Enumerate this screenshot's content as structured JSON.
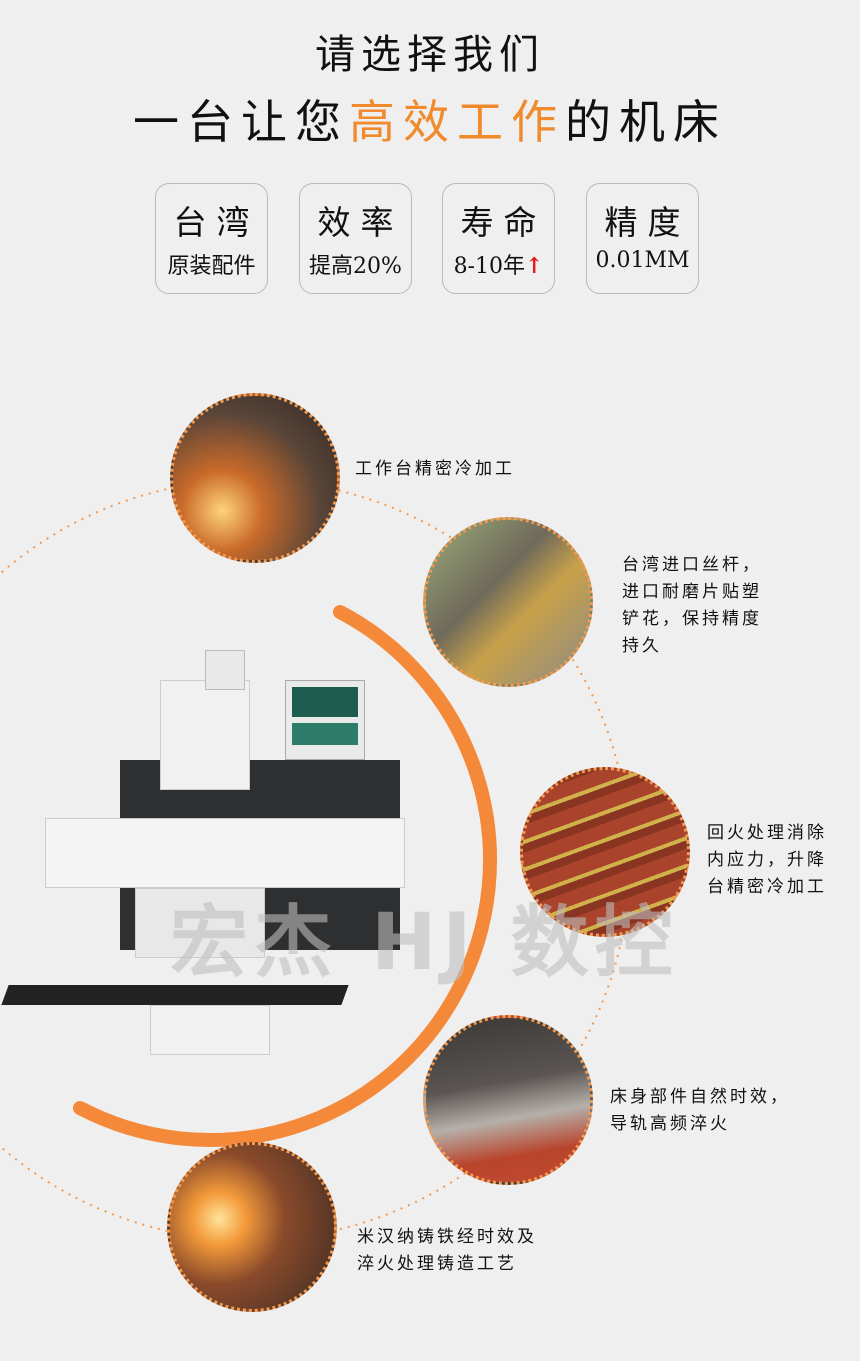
{
  "header": {
    "line1": "请选择我们",
    "line2_pre": "一台让您",
    "line2_highlight": "高效工作",
    "line2_post": "的机床"
  },
  "badges": [
    {
      "title": "台湾",
      "sub": "原装配件"
    },
    {
      "title": "效率",
      "sub": "提高20%"
    },
    {
      "title": "寿命",
      "sub": "8-10年",
      "icon": "up-arrow-icon"
    },
    {
      "title": "精度",
      "sub": "0.01MM"
    }
  ],
  "features": [
    {
      "lines": [
        "工作台精密冷加工"
      ]
    },
    {
      "lines": [
        "台湾进口丝杆，",
        "进口耐磨片贴塑",
        "铲花，保持精度",
        "持久"
      ]
    },
    {
      "lines": [
        "回火处理消除",
        "内应力，升降",
        "台精密冷加工"
      ]
    },
    {
      "lines": [
        "床身部件自然时效，",
        "导轨高频淬火"
      ]
    },
    {
      "lines": [
        "米汉纳铸铁经时效及",
        "淬火处理铸造工艺"
      ]
    }
  ],
  "watermark": "宏杰 HJ 数控",
  "colors": {
    "accent": "#f08a2c",
    "background": "#efefef",
    "arrow": "#e8141a"
  }
}
